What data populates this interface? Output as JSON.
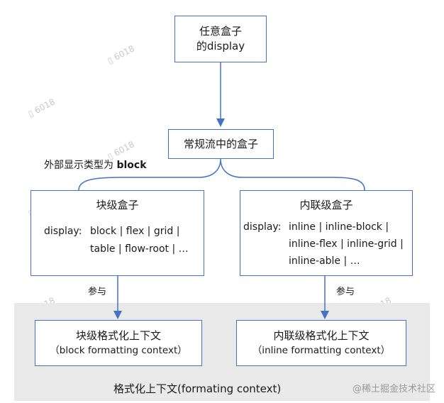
{
  "diagram": {
    "top_box": {
      "line1": "任意盒子",
      "line2": "的display"
    },
    "normal_flow_box": {
      "label": "常规流中的盒子"
    },
    "outer_display_label": {
      "prefix": "外部显示类型为 ",
      "bold": "block"
    },
    "block_box": {
      "title": "块级盒子",
      "display_key": "display:",
      "display_line1": "block | flex | grid |",
      "display_line2": "table | flow-root | …"
    },
    "inline_box": {
      "title": "内联级盒子",
      "display_key": "display:",
      "display_line1": "inline | inline-block |",
      "display_line2": "inline-flex | inline-grid |",
      "display_line3": "inline-able | …"
    },
    "participate_left": "参与",
    "participate_right": "参与",
    "bfc_box": {
      "line1": "块级格式化上下文",
      "line2": "（block formatting context）"
    },
    "ifc_box": {
      "line1": "内联级格式化上下文",
      "line2": "（inline formatting context）"
    },
    "formatting_context_label": "格式化上下文(formating context)",
    "source_credit": "@稀土掘金技术社区",
    "colors": {
      "border": "#4472c4",
      "arrow": "#4472c4",
      "region": "#e9e9e9"
    }
  }
}
